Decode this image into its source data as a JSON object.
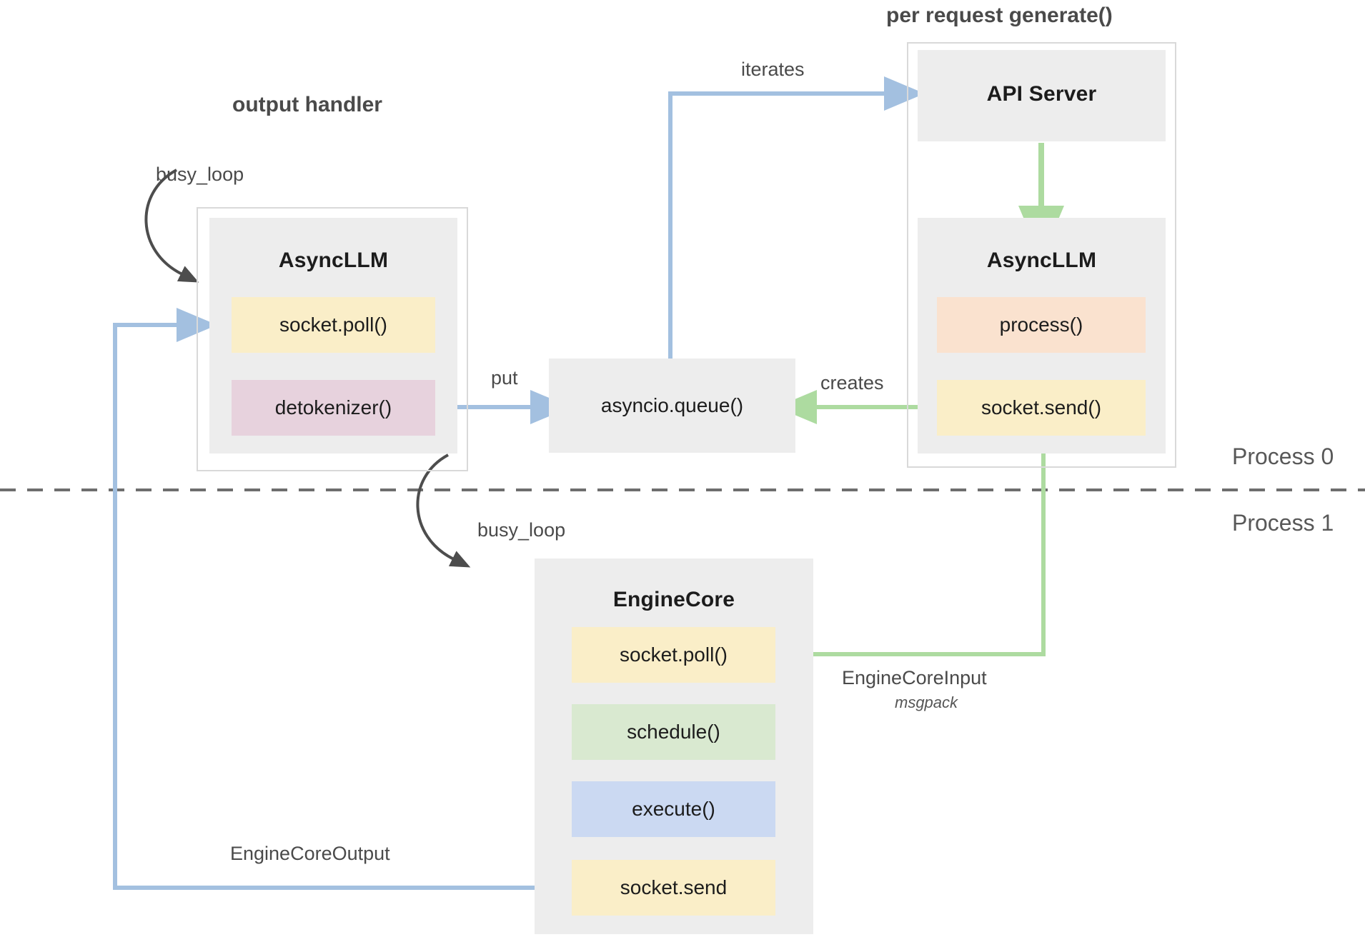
{
  "diagram": {
    "title_left": "output handler",
    "title_right": "per request generate()",
    "process_labels": {
      "top": "Process 0",
      "bottom": "Process 1"
    },
    "colors": {
      "container_fill": "#ededed",
      "frame_stroke": "#d9d9d9",
      "yellow": "#faeec8",
      "pink": "#e7d2dd",
      "peach": "#fae2cf",
      "green": "#d9e9d0",
      "blue": "#cbd9f2",
      "arrow_blue": "#a3c0e0",
      "arrow_green": "#addba0",
      "arrow_dark": "#4d4d4d",
      "divider": "#6e6e6e",
      "text": "#1c1c1c",
      "label_text": "#4a4a4a"
    },
    "groups": [
      {
        "id": "output-handler-group",
        "title": "output handler"
      },
      {
        "id": "per-request-group",
        "title": "per request generate()"
      }
    ],
    "nodes": {
      "async_llm_left": {
        "title": "AsyncLLM",
        "rows": [
          {
            "label": "socket.poll()",
            "color_key": "yellow"
          },
          {
            "label": "detokenizer()",
            "color_key": "pink"
          }
        ]
      },
      "asyncio_queue": {
        "label": "asyncio.queue()"
      },
      "api_server": {
        "title": "API Server"
      },
      "async_llm_right": {
        "title": "AsyncLLM",
        "rows": [
          {
            "label": "process()",
            "color_key": "peach"
          },
          {
            "label": "socket.send()",
            "color_key": "yellow"
          }
        ]
      },
      "engine_core": {
        "title": "EngineCore",
        "rows": [
          {
            "label": "socket.poll()",
            "color_key": "yellow"
          },
          {
            "label": "schedule()",
            "color_key": "green"
          },
          {
            "label": "execute()",
            "color_key": "blue"
          },
          {
            "label": "socket.send",
            "color_key": "yellow"
          }
        ]
      }
    },
    "edges": [
      {
        "id": "busy-loop-left",
        "label": "busy_loop",
        "style": "dark-curve"
      },
      {
        "id": "busy-loop-engine",
        "label": "busy_loop",
        "style": "dark-curve"
      },
      {
        "id": "put",
        "label": "put",
        "style": "blue"
      },
      {
        "id": "iterates",
        "label": "iterates",
        "style": "blue"
      },
      {
        "id": "creates",
        "label": "creates",
        "style": "green"
      },
      {
        "id": "engine-core-input",
        "label": "EngineCoreInput",
        "sublabel": "msgpack",
        "style": "green"
      },
      {
        "id": "engine-core-output",
        "label": "EngineCoreOutput",
        "style": "blue"
      }
    ]
  }
}
